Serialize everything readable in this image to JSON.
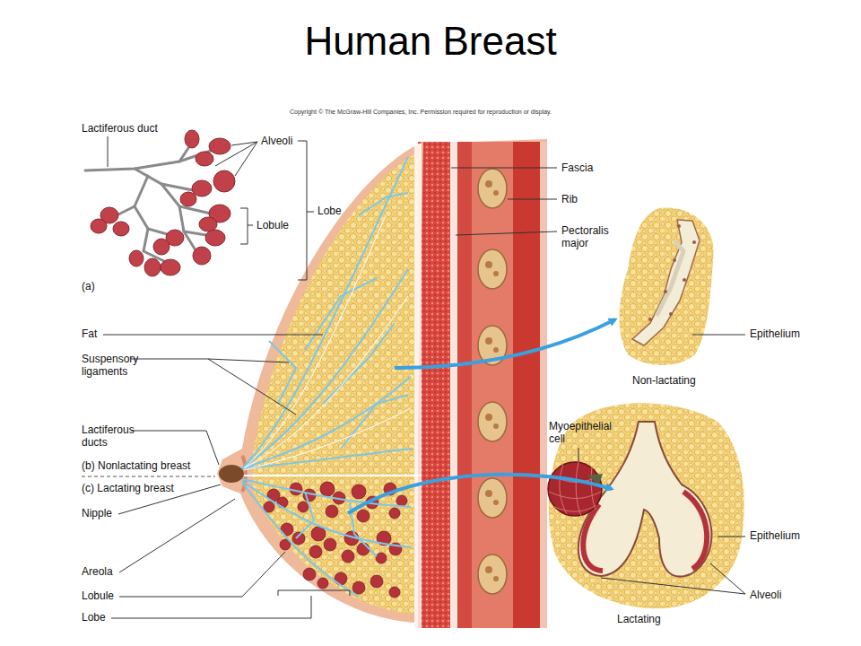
{
  "diagram": {
    "title": "Human Breast",
    "labels": [
      "Copyright © The McGraw-Hill Companies, Inc. Permission required for reproduction or display.",
      "Lactiferous duct",
      "Alveoli",
      "Lobule",
      "Lobe",
      "(a)",
      "Fascia",
      "Rib",
      "Pectoralis major",
      "Fat",
      "Suspensory ligaments",
      "Lactiferous ducts",
      "(b) Nonlactating breast",
      "(c) Lactating breast",
      "Nipple",
      "Areola",
      "Lobule",
      "Lobe",
      "Epithelium",
      "Non-lactating",
      "Myoepithelial cell",
      "Epithelium",
      "Alveoli",
      "Lactating"
    ]
  }
}
